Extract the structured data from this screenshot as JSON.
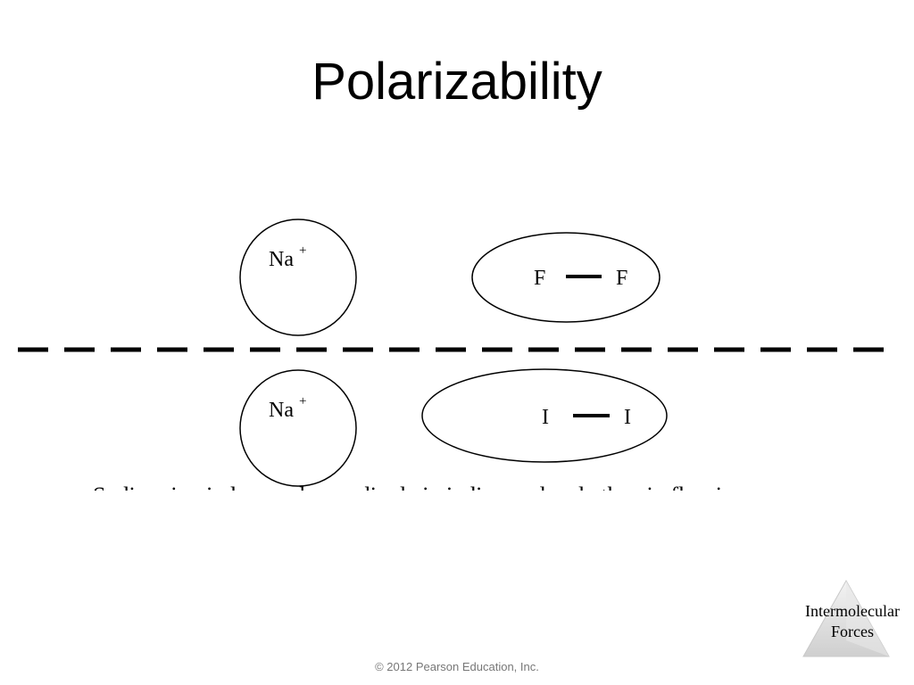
{
  "slide": {
    "title": "Polarizability"
  },
  "diagram": {
    "top_row": {
      "cation": {
        "symbol": "Na",
        "charge": "+"
      },
      "molecule": {
        "atom_left": "F",
        "atom_right": "F"
      }
    },
    "bottom_row": {
      "cation": {
        "symbol": "Na",
        "charge": "+"
      },
      "molecule": {
        "atom_left": "I",
        "atom_right": "I"
      }
    }
  },
  "caption": {
    "text": "Sodium ion induces a larger dipole in iodine molecule than in fluorine"
  },
  "badge": {
    "line1": "Intermolecular",
    "line2": "Forces"
  },
  "footer": {
    "copyright": "© 2012 Pearson Education, Inc."
  },
  "colors": {
    "ink": "#000000",
    "copyright_gray": "#777777",
    "badge_fill": "#e2e2e2"
  }
}
